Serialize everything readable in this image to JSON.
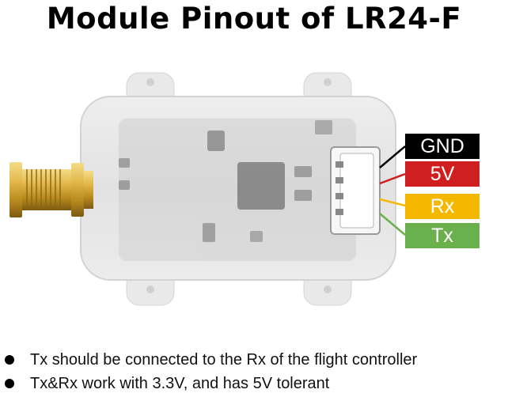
{
  "title": "Module Pinout of LR24-F",
  "pins": [
    {
      "label": "GND",
      "color": "#000000"
    },
    {
      "label": "5V",
      "color": "#d01f1f"
    },
    {
      "label": "Rx",
      "color": "#f5b800"
    },
    {
      "label": "Tx",
      "color": "#6ab04c"
    }
  ],
  "notes": [
    "Tx should be connected to the Rx of the flight controller",
    "Tx&Rx work with 3.3V, and has 5V tolerant"
  ],
  "colors": {
    "housing": "#e6e6e6",
    "antenna_gold": "#c9a233",
    "pcb": "#3a3a3a"
  }
}
